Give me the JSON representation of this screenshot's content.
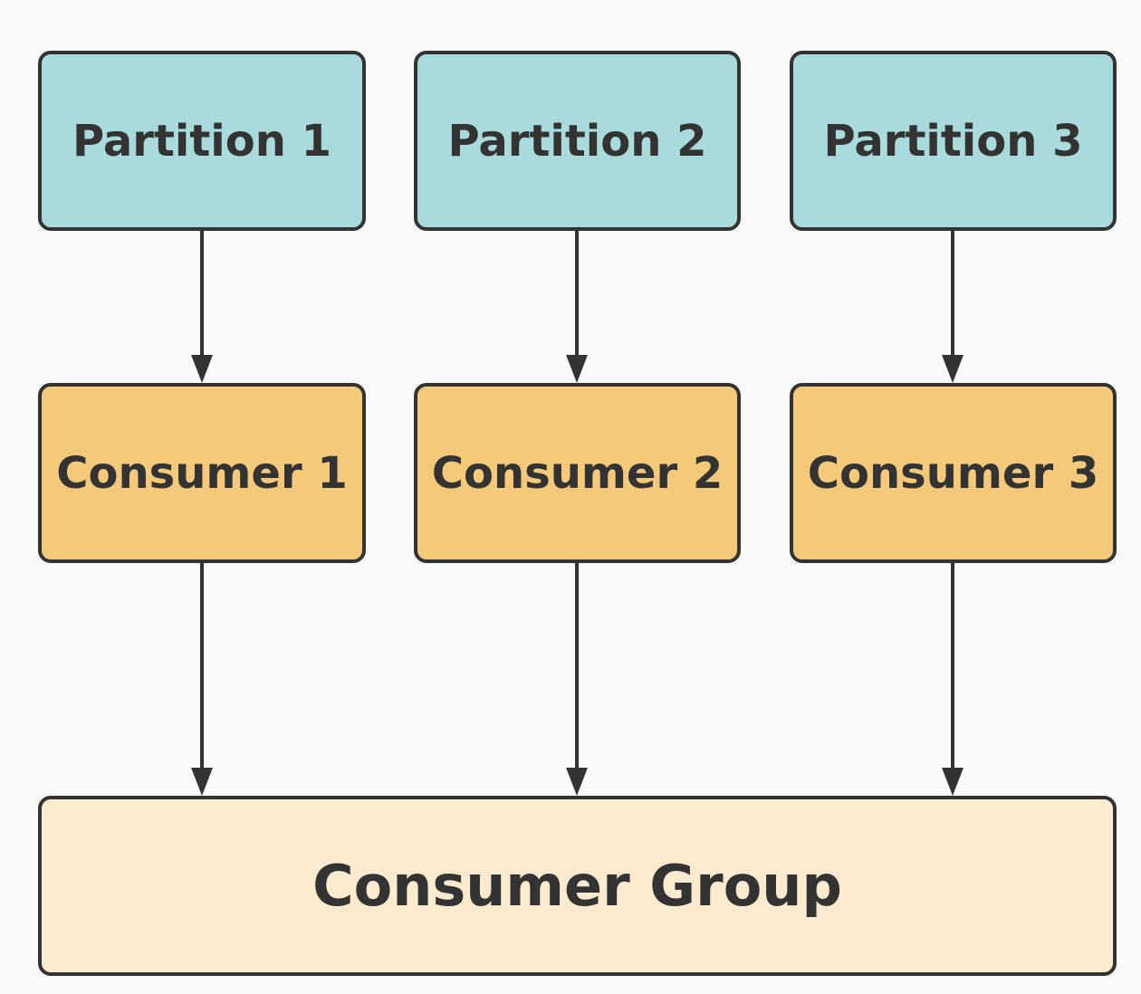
{
  "partitions": [
    {
      "label": "Partition 1"
    },
    {
      "label": "Partition 2"
    },
    {
      "label": "Partition 3"
    }
  ],
  "consumers": [
    {
      "label": "Consumer 1"
    },
    {
      "label": "Consumer 2"
    },
    {
      "label": "Consumer 3"
    }
  ],
  "consumer_group": {
    "label": "Consumer Group"
  },
  "colors": {
    "partition_fill": "#a9dbdd",
    "consumer_fill": "#f4c97a",
    "group_fill": "#fcebcf",
    "stroke": "#333333",
    "background": "#fafafa"
  }
}
